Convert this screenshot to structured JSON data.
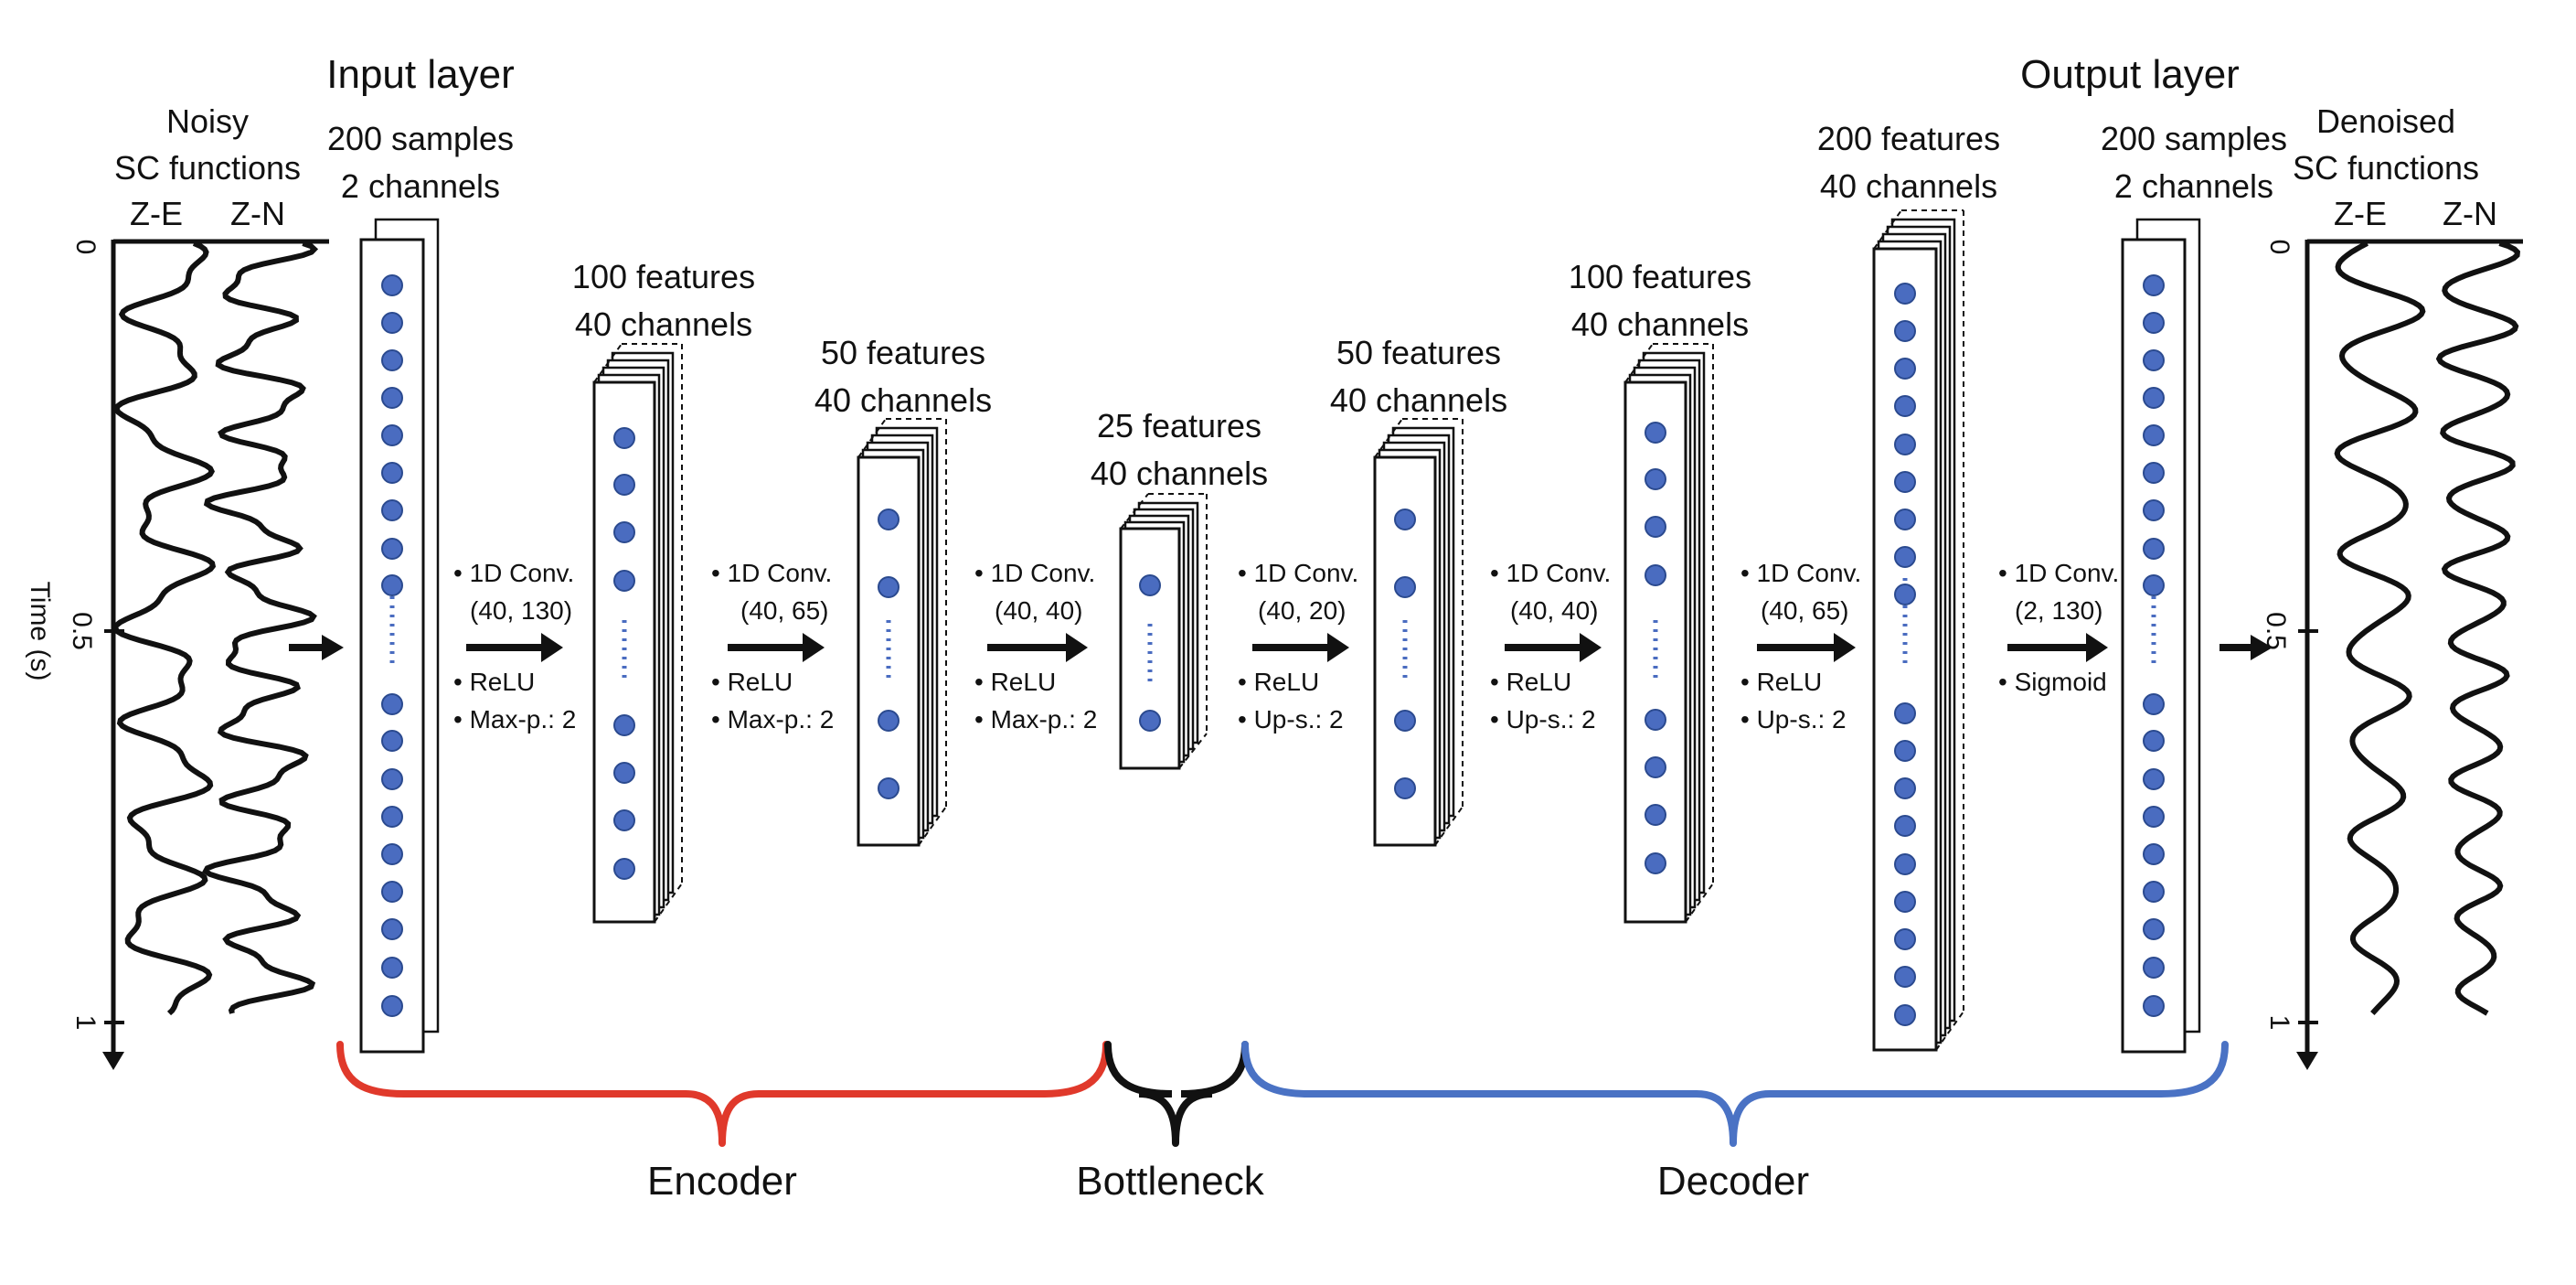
{
  "headers": {
    "input": "Input layer",
    "output": "Output layer"
  },
  "noisy": {
    "title1": "Noisy",
    "title2": "SC functions",
    "col1": "Z-E",
    "col2": "Z-N"
  },
  "denoised": {
    "title1": "Denoised",
    "title2": "SC functions",
    "col1": "Z-E",
    "col2": "Z-N"
  },
  "axis": {
    "label": "Time (s)",
    "ticks": [
      "0",
      "0.5",
      "1"
    ]
  },
  "layers": [
    {
      "line1": "200 samples",
      "line2": "2 channels"
    },
    {
      "line1": "100 features",
      "line2": "40 channels"
    },
    {
      "line1": "50 features",
      "line2": "40 channels"
    },
    {
      "line1": "25 features",
      "line2": "40 channels"
    },
    {
      "line1": "50 features",
      "line2": "40 channels"
    },
    {
      "line1": "100 features",
      "line2": "40 channels"
    },
    {
      "line1": "200 features",
      "line2": "40 channels"
    },
    {
      "line1": "200 samples",
      "line2": "2 channels"
    }
  ],
  "ops": [
    {
      "conv": "• 1D Conv.",
      "params": "(40, 130)",
      "act": "• ReLU",
      "pool": "• Max-p.: 2"
    },
    {
      "conv": "• 1D Conv.",
      "params": "(40, 65)",
      "act": "• ReLU",
      "pool": "• Max-p.: 2"
    },
    {
      "conv": "• 1D Conv.",
      "params": "(40, 40)",
      "act": "• ReLU",
      "pool": "• Max-p.: 2"
    },
    {
      "conv": "• 1D Conv.",
      "params": "(40, 20)",
      "act": "• ReLU",
      "pool": "• Up-s.: 2"
    },
    {
      "conv": "• 1D Conv.",
      "params": "(40, 40)",
      "act": "• ReLU",
      "pool": "• Up-s.: 2"
    },
    {
      "conv": "• 1D Conv.",
      "params": "(40, 65)",
      "act": "• ReLU",
      "pool": "• Up-s.: 2"
    },
    {
      "conv": "• 1D Conv.",
      "params": "(2, 130)",
      "act": "• Sigmoid",
      "pool": ""
    }
  ],
  "sections": {
    "encoder": "Encoder",
    "bottleneck": "Bottleneck",
    "decoder": "Decoder"
  },
  "colors": {
    "encoder": "#e0392b",
    "bottleneck": "#111111",
    "decoder": "#4a72c4",
    "node": "#4a6cc0",
    "node_stroke": "#2b4a8f"
  }
}
